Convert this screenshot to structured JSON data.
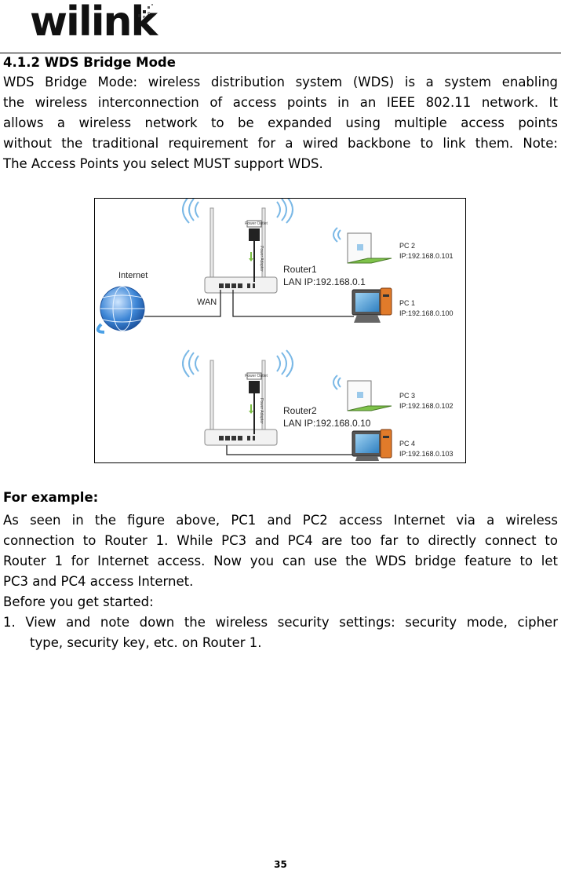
{
  "header": {
    "logo_text": "wilink"
  },
  "section": {
    "heading": "4.1.2 WDS Bridge Mode",
    "intro_lines": [
      "WDS Bridge Mode: wireless distribution system (WDS) is a system enabling",
      "the wireless interconnection of access points in an IEEE 802.11 network. It",
      "allows  a  wireless  network  to  be  expanded  using  multiple  access  points",
      "without the traditional requirement for a wired backbone to link them. Note:",
      "The Access Points you select MUST support WDS."
    ]
  },
  "figure": {
    "internet_label": "Internet",
    "wan_label": "WAN",
    "router1_name": "Router1",
    "router1_ip": "LAN IP:192.168.0.1",
    "router2_name": "Router2",
    "router2_ip": "LAN IP:192.168.0.10",
    "power_outlet_label": "Power Outlet",
    "power_adapter_label": "Power Adapter",
    "pc2_name": "PC 2",
    "pc2_ip": "IP:192.168.0.101",
    "pc1_name": "PC 1",
    "pc1_ip": "IP:192.168.0.100",
    "pc3_name": "PC 3",
    "pc3_ip": "IP:192.168.0.102",
    "pc4_name": "PC 4",
    "pc4_ip": "IP:192.168.0.103"
  },
  "example": {
    "heading": "For example:",
    "lines": [
      "As  seen  in  the  figure  above,  PC1  and  PC2  access  Internet  via  a  wireless",
      "connection to Router 1. While PC3 and PC4 are too far to directly connect to",
      "Router 1 for Internet access. Now you can use the WDS bridge feature to let",
      "PC3 and PC4 access Internet.",
      "Before you get started:"
    ],
    "step1_line1": "1. View and note down the wireless security settings: security mode, cipher",
    "step1_line2": "type, security key, etc. on Router 1."
  },
  "footer": {
    "page_number": "35"
  }
}
